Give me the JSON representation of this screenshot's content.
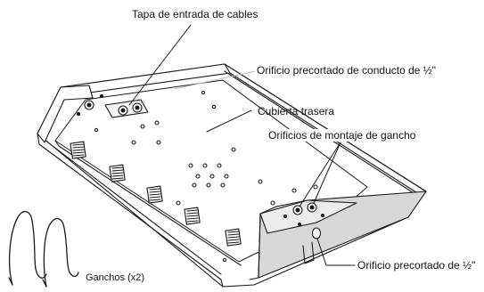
{
  "labels": {
    "cable_cover": "Tapa de entrada de cables",
    "conduit_knockout_top": "Orificio precortado de conducto de ½\"",
    "back_cover": "Cubierta trasera",
    "hook_holes": "Orificios de montaje de gancho",
    "hooks": "Ganchos (x2)",
    "knockout_bottom": "Orificio precortado de ½\""
  }
}
